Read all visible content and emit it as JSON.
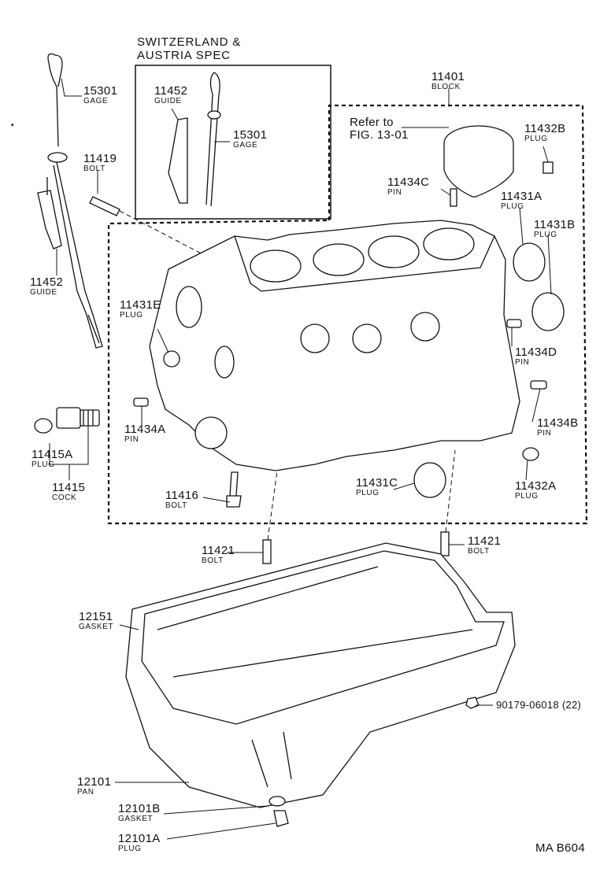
{
  "inset": {
    "title_line1": "SWITZERLAND &",
    "title_line2": "AUSTRIA SPEC"
  },
  "refer": {
    "line1": "Refer to",
    "line2": "FIG. 13-01"
  },
  "labels": {
    "gage_15301": {
      "num": "15301",
      "name": "GAGE"
    },
    "bolt_11419": {
      "num": "11419",
      "name": "BOLT"
    },
    "guide_11452": {
      "num": "11452",
      "name": "GUIDE"
    },
    "inset_guide_11452": {
      "num": "11452",
      "name": "GUIDE"
    },
    "inset_gage_15301": {
      "num": "15301",
      "name": "GAGE"
    },
    "block_11401": {
      "num": "11401",
      "name": "BLOCK"
    },
    "plug_11432B": {
      "num": "11432B",
      "name": "PLUG"
    },
    "pin_11434C": {
      "num": "11434C",
      "name": "PIN"
    },
    "plug_11431A": {
      "num": "11431A",
      "name": "PLUG"
    },
    "plug_11431B": {
      "num": "11431B",
      "name": "PLUG"
    },
    "plug_11431E": {
      "num": "11431E",
      "name": "PLUG"
    },
    "pin_11434D": {
      "num": "11434D",
      "name": "PIN"
    },
    "pin_11434A": {
      "num": "11434A",
      "name": "PIN"
    },
    "pin_11434B": {
      "num": "11434B",
      "name": "PIN"
    },
    "plug_11415A": {
      "num": "11415A",
      "name": "PLUG"
    },
    "cock_11415": {
      "num": "11415",
      "name": "COCK"
    },
    "plug_11431C": {
      "num": "11431C",
      "name": "PLUG"
    },
    "plug_11432A": {
      "num": "11432A",
      "name": "PLUG"
    },
    "bolt_11416": {
      "num": "11416",
      "name": "BOLT"
    },
    "bolt_11421_left": {
      "num": "11421",
      "name": "BOLT"
    },
    "bolt_11421_right": {
      "num": "11421",
      "name": "BOLT"
    },
    "gasket_12151": {
      "num": "12151",
      "name": "GASKET"
    },
    "nut_90179": {
      "num": "90179-06018 (22)",
      "name": ""
    },
    "pan_12101": {
      "num": "12101",
      "name": "PAN"
    },
    "gasket_12101B": {
      "num": "12101B",
      "name": "GASKET"
    },
    "plug_12101A": {
      "num": "12101A",
      "name": "PLUG"
    }
  },
  "page_code": "MA  B604"
}
